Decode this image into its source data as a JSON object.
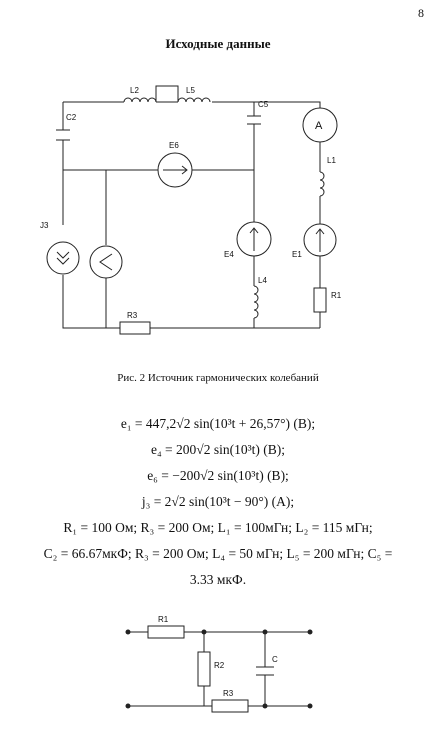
{
  "page_number": "8",
  "heading": "Исходные данные",
  "figure_caption": "Рис. 2 Источник гармонических колебаний",
  "circuit1_labels": {
    "L2": "L2",
    "L5": "L5",
    "C5": "C5",
    "C2": "C2",
    "A": "A",
    "L1": "L1",
    "E6": "E6",
    "J3": "J3",
    "E4": "E4",
    "E1": "E1",
    "L4": "L4",
    "R1": "R1",
    "R3": "R3"
  },
  "equations": [
    "e₁ = 447,2√2 sin(10³t + 26,57°) (В);",
    "e₄ = 200√2 sin(10³t) (В);",
    "e₆ = −200√2 sin(10³t) (В);",
    "j₃ = 2√2 sin(10³t − 90°) (А);",
    "R₁ = 100 Ом; R₃ = 200 Ом; L₁ = 100мГн; L₂ = 115 мГн;",
    "C₂ = 66.67мкФ; R₃ = 200 Ом; L₄ = 50 мГн; L₅ = 200 мГн; C₅ =",
    "3.33 мкФ."
  ],
  "circuit2_labels": {
    "R1": "R1",
    "R2": "R2",
    "R3": "R3",
    "C": "C"
  }
}
